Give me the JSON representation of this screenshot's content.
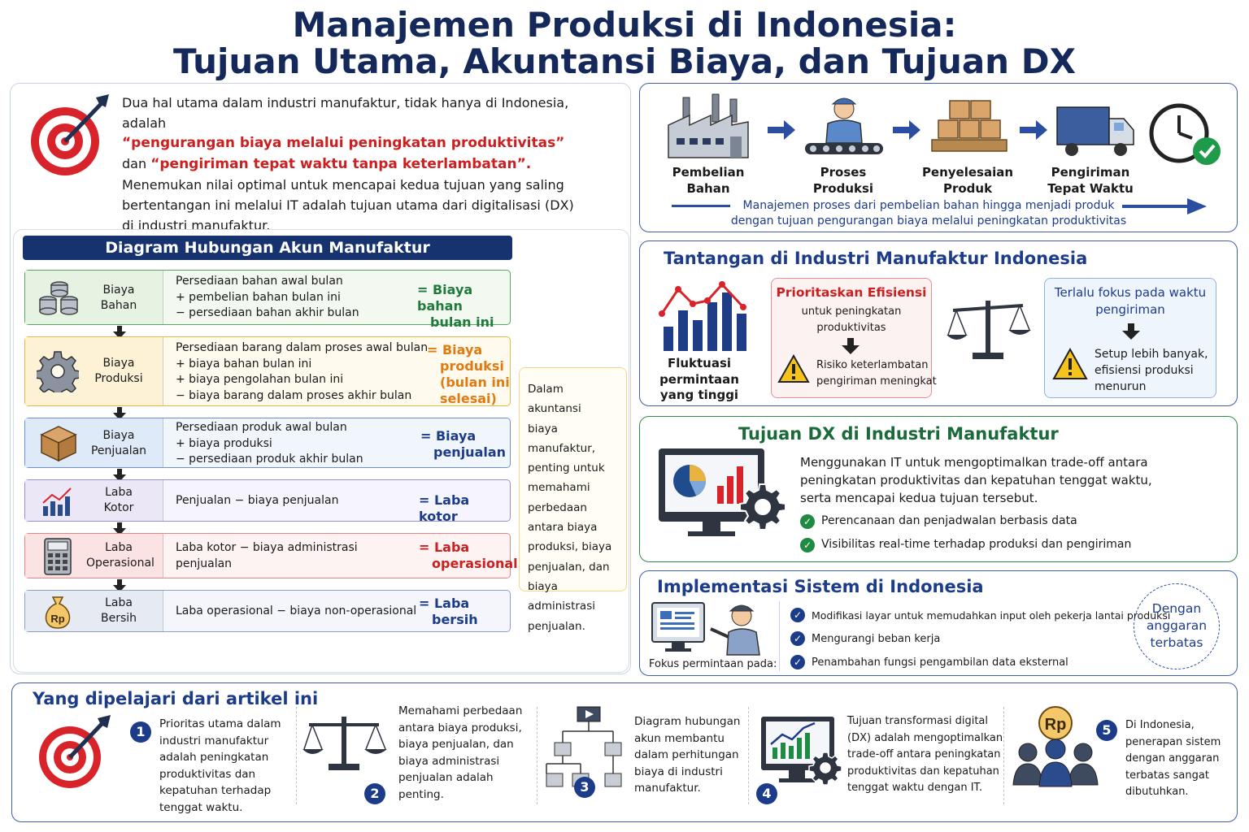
{
  "title": {
    "line1": "Manajemen Produksi di Indonesia:",
    "line2": "Tujuan Utama, Akuntansi Biaya, dan Tujuan DX"
  },
  "intro": {
    "p1": "Dua hal utama dalam industri manufaktur, tidak hanya di Indonesia, adalah",
    "highlight1": "“pengurangan biaya melalui peningkatan produktivitas”",
    "and": "dan",
    "highlight2": "“pengiriman tepat waktu tanpa keterlambatan”.",
    "p2": "Menemukan nilai optimal untuk mencapai kedua tujuan yang saling",
    "p3": "bertentangan ini melalui IT adalah tujuan utama dari digitalisasi (DX)",
    "p4": "di industri manufaktur."
  },
  "diagram": {
    "heading": "Diagram Hubungan Akun Manufaktur",
    "rows": [
      {
        "label1": "Biaya",
        "label2": "Bahan",
        "lines": [
          "Persediaan bahan awal bulan",
          "+ pembelian bahan bulan ini",
          "− persediaan bahan akhir bulan"
        ],
        "result1": "= Biaya bahan",
        "result2": "bulan ini",
        "result3": "",
        "result4": ""
      },
      {
        "label1": "Biaya",
        "label2": "Produksi",
        "lines": [
          "Persediaan barang dalam proses awal bulan",
          "+ biaya bahan bulan ini",
          "+ biaya pengolahan bulan ini",
          "− biaya barang dalam proses akhir bulan"
        ],
        "result1": "= Biaya",
        "result2": "produksi",
        "result3": "(bulan ini",
        "result4": "selesai)"
      },
      {
        "label1": "Biaya",
        "label2": "Penjualan",
        "lines": [
          "Persediaan produk awal bulan",
          "+ biaya produksi",
          "− persediaan produk akhir bulan"
        ],
        "result1": "= Biaya",
        "result2": "penjualan",
        "result3": "",
        "result4": ""
      },
      {
        "label1": "Laba",
        "label2": "Kotor",
        "lines": [
          "Penjualan  −  biaya penjualan"
        ],
        "result1": "= Laba kotor",
        "result2": "",
        "result3": "",
        "result4": ""
      },
      {
        "label1": "Laba",
        "label2": "Operasional",
        "lines": [
          "Laba kotor  −  biaya administrasi",
          "penjualan"
        ],
        "result1": "= Laba",
        "result2": "operasional",
        "result3": "",
        "result4": ""
      },
      {
        "label1": "Laba",
        "label2": "Bersih",
        "lines": [
          "Laba operasional  −  biaya non-operasional"
        ],
        "result1": "= Laba",
        "result2": "bersih",
        "result3": "",
        "result4": ""
      }
    ],
    "icon_rp": "Rp",
    "side_note": [
      "Dalam akuntansi",
      "biaya manufaktur,",
      "penting untuk",
      "memahami",
      "perbedaan",
      "antara biaya",
      "produksi, biaya",
      "penjualan, dan",
      "biaya administrasi",
      "penjualan."
    ]
  },
  "flow": {
    "steps": [
      {
        "l1": "Pembelian",
        "l2": "Bahan"
      },
      {
        "l1": "Proses",
        "l2": "Produksi"
      },
      {
        "l1": "Penyelesaian",
        "l2": "Produk"
      },
      {
        "l1": "Pengiriman",
        "l2": "Tepat Waktu"
      }
    ],
    "caption1": "Manajemen proses dari pembelian bahan hingga menjadi produk",
    "caption2": "dengan tujuan pengurangan biaya melalui peningkatan produktivitas"
  },
  "challenges": {
    "title": "Tantangan di Industri Manufaktur Indonesia",
    "demand": [
      "Fluktuasi",
      "permintaan",
      "yang tinggi"
    ],
    "efficiency_title": "Prioritaskan Efisiensi",
    "efficiency_sub": [
      "untuk peningkatan",
      "produktivitas"
    ],
    "efficiency_risk": [
      "Risiko keterlambatan",
      "pengiriman meningkat"
    ],
    "delivery_title": [
      "Terlalu fokus pada waktu",
      "pengiriman"
    ],
    "delivery_risk": [
      "Setup lebih banyak,",
      "efisiensi produksi",
      "menurun"
    ]
  },
  "dx": {
    "title": "Tujuan DX di Industri Manufaktur",
    "desc": [
      "Menggunakan IT untuk mengoptimalkan trade-off antara",
      "peningkatan produktivitas dan kepatuhan tenggat waktu,",
      "serta mencapai kedua tujuan tersebut."
    ],
    "items": [
      "Perencanaan dan penjadwalan berbasis data",
      "Visibilitas real-time terhadap produksi dan pengiriman"
    ]
  },
  "impl": {
    "title": "Implementasi Sistem di Indonesia",
    "focus": "Fokus permintaan pada:",
    "items": [
      "Modifikasi layar untuk memudahkan input oleh pekerja lantai produksi",
      "Mengurangi beban kerja",
      "Penambahan fungsi pengambilan data eksternal"
    ],
    "budget": [
      "Dengan",
      "anggaran",
      "terbatas"
    ]
  },
  "learn": {
    "title": "Yang dipelajari dari artikel ini",
    "items": [
      {
        "n": "1",
        "lines": [
          "Prioritas utama dalam",
          "industri manufaktur",
          "adalah peningkatan",
          "produktivitas dan",
          "kepatuhan terhadap",
          "tenggat waktu."
        ]
      },
      {
        "n": "2",
        "lines": [
          "Memahami perbedaan",
          "antara biaya produksi,",
          "biaya penjualan, dan",
          "biaya administrasi",
          "penjualan adalah",
          "penting."
        ]
      },
      {
        "n": "3",
        "lines": [
          "Diagram hubungan",
          "akun membantu",
          "dalam perhitungan",
          "biaya di industri",
          "manufaktur."
        ]
      },
      {
        "n": "4",
        "lines": [
          "Tujuan transformasi digital",
          "(DX) adalah mengoptimalkan",
          "trade-off antara peningkatan",
          "produktivitas dan kepatuhan",
          "tenggat waktu dengan IT."
        ]
      },
      {
        "n": "5",
        "lines": [
          "Di Indonesia,",
          "penerapan sistem",
          "dengan anggaran",
          "terbatas sangat",
          "dibutuhkan."
        ]
      }
    ],
    "icon_rp": "Rp"
  },
  "colors": {
    "navy": "#14285a",
    "accent_red": "#cc1f1f",
    "green": "#1f7a3c",
    "orange": "#e07b12",
    "blue": "#1c3c8a"
  }
}
